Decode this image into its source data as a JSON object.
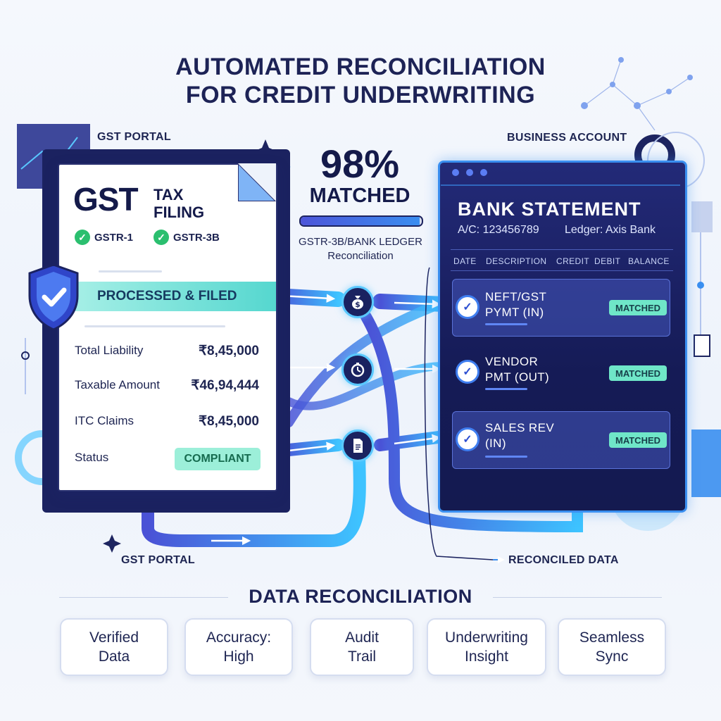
{
  "title_line1": "AUTOMATED RECONCILIATION",
  "title_line2": "FOR CREDIT UNDERWRITING",
  "labels": {
    "gst_portal_top": "GST PORTAL",
    "business_account": "BUSINESS ACCOUNT",
    "gst_portal_bottom": "GST PORTAL",
    "reconciled_data": "RECONCILED DATA"
  },
  "gst_doc": {
    "big": "GST",
    "sub_line1": "TAX",
    "sub_line2": "FILING",
    "forms": [
      "GSTR-1",
      "GSTR-3B"
    ],
    "banner": "PROCESSED & FILED",
    "rows": [
      {
        "label": "Total Liability",
        "value": "₹8,45,000"
      },
      {
        "label": "Taxable Amount",
        "value": "₹46,94,444"
      },
      {
        "label": "ITC Claims",
        "value": "₹8,45,000"
      },
      {
        "label": "Status",
        "value": "COMPLIANT"
      }
    ]
  },
  "stats": {
    "percent": "98%",
    "percent_label": "MATCHED",
    "progress": 0.98,
    "caption_line1": "GSTR-3B/BANK LEDGER",
    "caption_line2": "Reconciliation"
  },
  "bank": {
    "title": "BANK STATEMENT",
    "account": "A/C: 123456789",
    "ledger": "Ledger: Axis Bank",
    "columns": [
      "DATE",
      "DESCRIPTION",
      "CREDIT",
      "DEBIT",
      "BALANCE"
    ],
    "transactions": [
      {
        "line1": "NEFT/GST",
        "line2": "PYMT (IN)",
        "badge": "MATCHED"
      },
      {
        "line1": "VENDOR",
        "line2": "PMT (OUT)",
        "badge": "MATCHED"
      },
      {
        "line1": "SALES REV",
        "line2": "(IN)",
        "badge": "MATCHED"
      }
    ]
  },
  "icons": [
    "money-bag-icon",
    "stopwatch-icon",
    "document-icon",
    "shield-check-icon"
  ],
  "section_title": "DATA RECONCILIATION",
  "cards": [
    {
      "line1": "Verified",
      "line2": "Data"
    },
    {
      "line1": "Accuracy:",
      "line2": "High"
    },
    {
      "line1": "Audit",
      "line2": "Trail"
    },
    {
      "line1": "Underwriting",
      "line2": "Insight"
    },
    {
      "line1": "Seamless",
      "line2": "Sync"
    }
  ],
  "colors": {
    "navy": "#1b2260",
    "accent_blue": "#3a8ff0",
    "cyan": "#59c8ff",
    "teal": "#55d7cf",
    "green": "#2bbf6f"
  }
}
